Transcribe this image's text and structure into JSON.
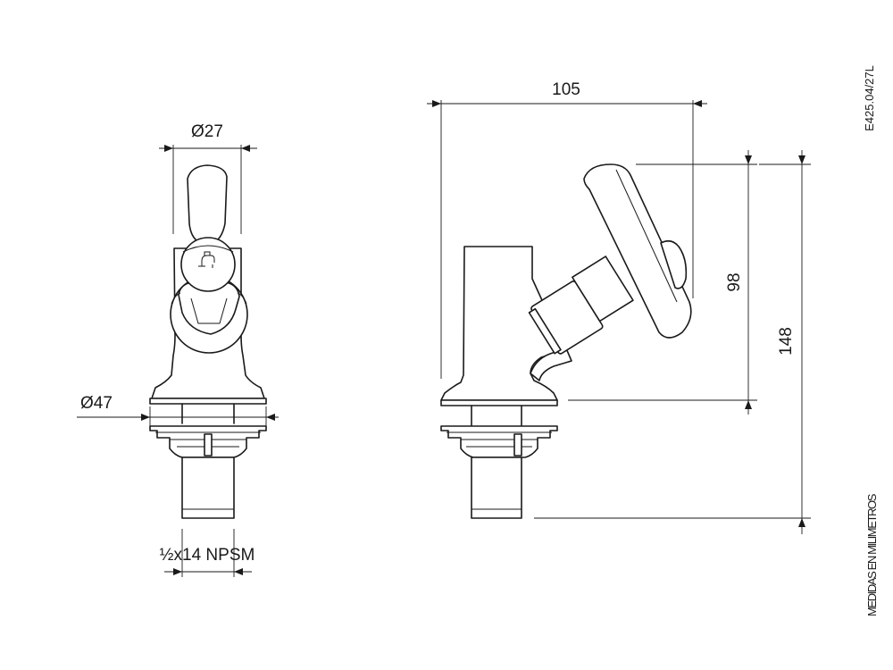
{
  "drawing_code": "E425.04/27L",
  "units_note": "MEDIDAS EN MILIMETROS",
  "dimensions": {
    "handle_width": "Ø27",
    "base_diameter": "Ø47",
    "thread": "½x14 NPSM",
    "reach": "105",
    "handle_height": "98",
    "total_height": "148"
  },
  "icons": {
    "handle_cap": "faucet-icon"
  }
}
